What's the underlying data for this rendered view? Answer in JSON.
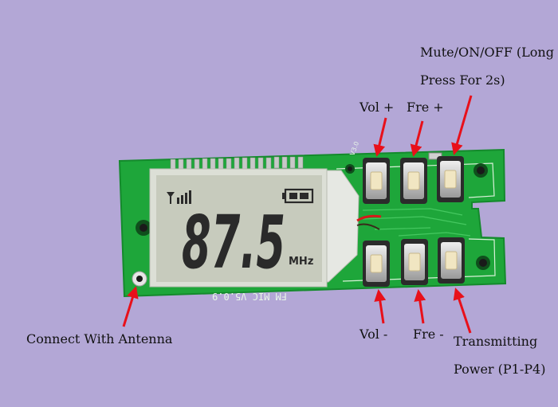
{
  "lcd": {
    "frequency": "87.5",
    "unit": "MHz",
    "signal_icon": "signal-bars-icon",
    "battery_icon": "battery-icon"
  },
  "board": {
    "silkscreen": "FM MIC V5.0.9",
    "corner_mark": "V3.0"
  },
  "annotations": {
    "mute_line1": "Mute/ON/OFF (Long",
    "mute_line2": "Press For 2s)",
    "vol_plus": "Vol +",
    "fre_plus": "Fre +",
    "vol_minus": "Vol -",
    "fre_minus": "Fre -",
    "power_line1": "Transmitting",
    "power_line2": "Power (P1-P4)",
    "antenna": "Connect With Antenna"
  },
  "colors": {
    "background": "#b3a7d6",
    "pcb": "#1ea63a",
    "lcd": "#c7cbbd",
    "arrow": "#e8101a"
  }
}
